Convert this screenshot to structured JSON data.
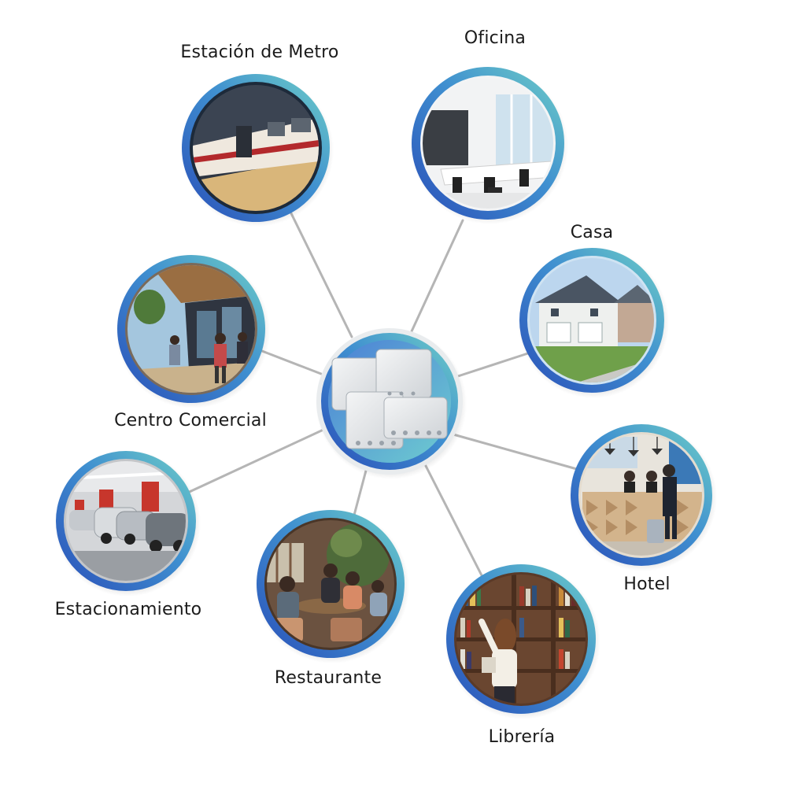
{
  "center": {
    "name": "junction-boxes-hub",
    "icon": "junction-box-icon"
  },
  "nodes": [
    {
      "id": "metro",
      "label": "Estación de Metro",
      "icon": "metro-train-icon"
    },
    {
      "id": "oficina",
      "label": "Oficina",
      "icon": "office-icon"
    },
    {
      "id": "casa",
      "label": "Casa",
      "icon": "house-icon"
    },
    {
      "id": "hotel",
      "label": "Hotel",
      "icon": "hotel-reception-icon"
    },
    {
      "id": "libreria",
      "label": "Librería",
      "icon": "bookstore-icon"
    },
    {
      "id": "restaurante",
      "label": "Restaurante",
      "icon": "restaurant-icon"
    },
    {
      "id": "estacionamiento",
      "label": "Estacionamiento",
      "icon": "parking-icon"
    },
    {
      "id": "centro",
      "label": "Centro Comercial",
      "icon": "shopping-mall-icon"
    }
  ],
  "colors": {
    "ring_outer": "#2a5fbf",
    "ring_inner": "#5cc6c4",
    "connector": "#b5b5b5",
    "text": "#1b1b1b"
  }
}
